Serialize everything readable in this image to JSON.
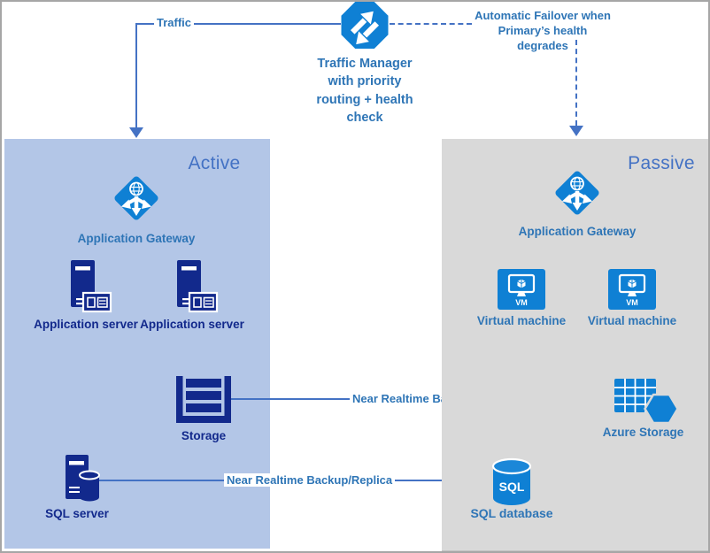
{
  "top": {
    "traffic_label": "Traffic",
    "traffic_manager_caption": "Traffic Manager\nwith priority\nrouting + health\ncheck",
    "failover_caption": "Automatic Failover when\nPrimary’s health degrades"
  },
  "active": {
    "title": "Active",
    "app_gateway_label": "Application Gateway",
    "app_server1_label": "Application server",
    "app_server2_label": "Application server",
    "storage_label": "Storage",
    "sql_server_label": "SQL server"
  },
  "passive": {
    "title": "Passive",
    "app_gateway_label": "Application Gateway",
    "vm1_label": "Virtual machine",
    "vm2_label": "Virtual machine",
    "vm_badge": "VM",
    "azure_storage_label": "Azure Storage",
    "sql_database_label": "SQL database",
    "sql_badge": "SQL"
  },
  "connections": {
    "storage_backup_label": "Near Realtime Backup/Replica",
    "sql_backup_label": "Near Realtime Backup/Replica"
  },
  "colors": {
    "accent_blue": "#0f80d4",
    "navy": "#12298c",
    "label_blue": "#2e75b6",
    "title_blue": "#4472c4",
    "line_blue": "#4472c4",
    "active_bg": "#b3c6e7",
    "passive_bg": "#d9d9d9"
  }
}
